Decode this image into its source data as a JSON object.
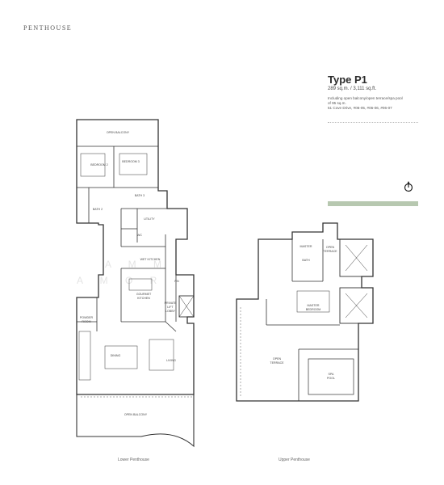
{
  "header": {
    "title": "PENTHOUSE"
  },
  "unit": {
    "type": "Type P1",
    "area": "289 sq.m. / 3,111 sq.ft.",
    "note_line1": "Including open balcony/open terrace/spa pool",
    "note_line2": "of 95 sq.m.",
    "addresses": "51 Cove Drive, #06-05, #06-06, #06-07"
  },
  "watermark": {
    "line1": "A M M",
    "line2": "A M O R"
  },
  "rooms": {
    "open_balcony_top": "OPEN BALCONY",
    "bedroom2": "BEDROOM 2",
    "bedroom3": "BEDROOM 3",
    "bath3": "BATH 3",
    "bath2": "BATH 2",
    "utility": "UTILITY",
    "wc": "WC",
    "wet_kitchen": "WET KITCHEN",
    "gourmet_kitchen_1": "GOURMET",
    "gourmet_kitchen_2": "KITCHEN",
    "private_lift_lobby_1": "PRIVATE",
    "private_lift_lobby_2": "LIFT",
    "private_lift_lobby_3": "LOBBY",
    "powder_room_1": "POWDER",
    "powder_room_2": "ROOM",
    "dining": "DINING",
    "living": "LIVING",
    "open_balcony_bottom": "OPEN BALCONY",
    "rn": "RN",
    "open_terrace_top_1": "OPEN",
    "open_terrace_top_2": "TERRACE",
    "master_bath_1": "MASTER",
    "master_bath_2": "BATH",
    "master_bedroom_1": "MASTER",
    "master_bedroom_2": "BEDROOM",
    "open_terrace_main_1": "OPEN",
    "open_terrace_main_2": "TERRACE",
    "spa_pool_1": "SPA",
    "spa_pool_2": "POOL"
  },
  "captions": {
    "lower": "Lower Penthouse",
    "upper": "Upper Penthouse"
  }
}
